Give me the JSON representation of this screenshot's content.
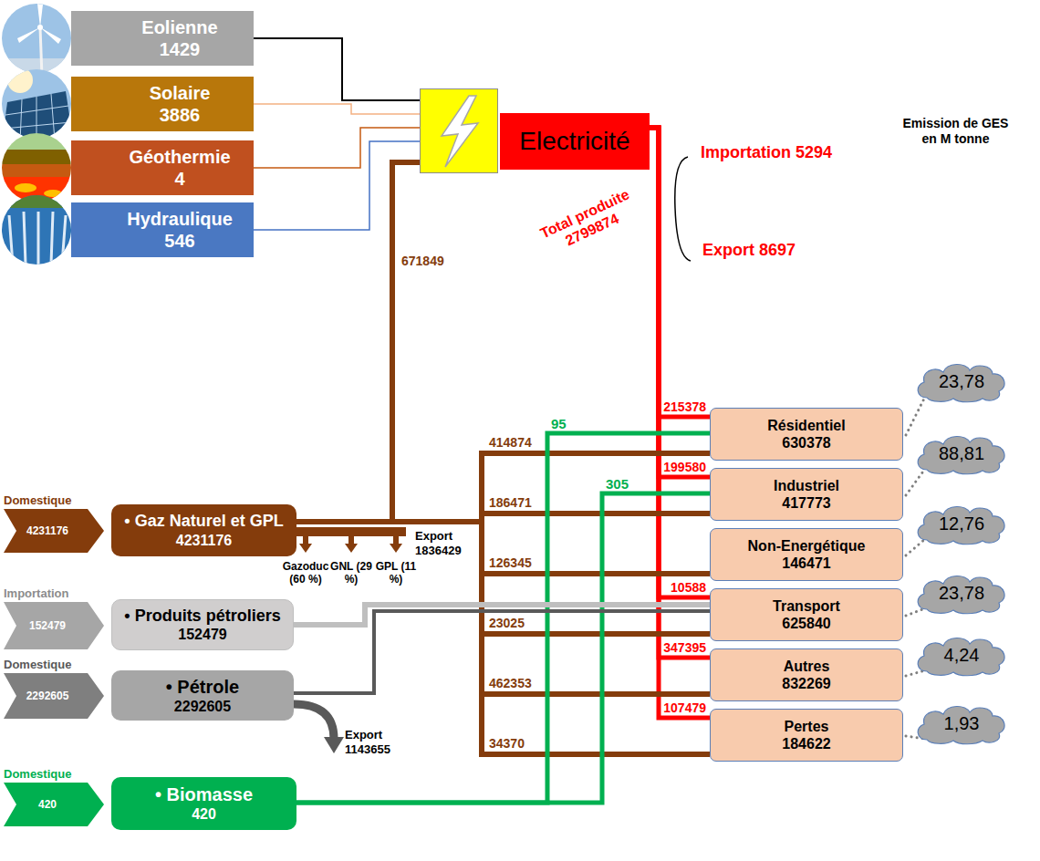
{
  "diagram": {
    "nodes": [
      {
        "text": [
          "Eolienne",
          "1429"
        ]
      },
      {
        "text": [
          "Solaire",
          "3886"
        ]
      },
      {
        "text": [
          "Géothermie",
          "4"
        ]
      },
      {
        "text": [
          "Hydraulique",
          "546"
        ]
      },
      {
        "text": [
          "Electricité"
        ]
      },
      {
        "text": [
          "Résidentiel",
          "630378"
        ]
      },
      {
        "text": [
          "Industriel",
          "417773"
        ]
      },
      {
        "text": [
          "Non-Energétique",
          "146471"
        ]
      },
      {
        "text": [
          "Transport",
          "625840"
        ]
      },
      {
        "text": [
          "Autres",
          "832269"
        ]
      },
      {
        "text": [
          "Pertes",
          "184622"
        ]
      },
      {
        "text": [
          "23,78"
        ]
      },
      {
        "text": [
          "88,81"
        ]
      },
      {
        "text": [
          "12,76"
        ]
      },
      {
        "text": [
          "23,78"
        ]
      },
      {
        "text": [
          "4,24"
        ]
      },
      {
        "text": [
          "1,93"
        ]
      },
      {
        "text": [
          "Domestique",
          "4231176"
        ]
      },
      {
        "text": [
          "• Gaz Naturel et GPL",
          "4231176"
        ]
      },
      {
        "text": [
          "Importation",
          "152479"
        ]
      },
      {
        "text": [
          "• Produits pétroliers",
          "152479"
        ]
      },
      {
        "text": [
          "Domestique",
          "2292605"
        ]
      },
      {
        "text": [
          "• Pétrole",
          "2292605"
        ]
      },
      {
        "text": [
          "Domestique",
          "420"
        ]
      },
      {
        "text": [
          "• Biomasse",
          "420"
        ]
      }
    ],
    "edges": [
      {
        "from": 0,
        "to": 4,
        "arrow": "none"
      },
      {
        "from": 1,
        "to": 4,
        "arrow": "none"
      },
      {
        "from": 2,
        "to": 4,
        "arrow": "none"
      },
      {
        "from": 3,
        "to": 4,
        "arrow": "none"
      },
      {
        "from": 18,
        "to": 4,
        "label": "671849",
        "arrow": "none"
      },
      {
        "from": 4,
        "to": 5,
        "label": "215378",
        "arrow": "none"
      },
      {
        "from": 4,
        "to": 6,
        "label": "199580",
        "arrow": "none"
      },
      {
        "from": 4,
        "to": 8,
        "label": "10588",
        "arrow": "none"
      },
      {
        "from": 4,
        "to": 9,
        "label": "347395",
        "arrow": "none"
      },
      {
        "from": 4,
        "to": 10,
        "label": "107479",
        "arrow": "none"
      },
      {
        "from": 18,
        "to": 5,
        "label": "414874",
        "arrow": "none"
      },
      {
        "from": 18,
        "to": 6,
        "label": "186471",
        "arrow": "none"
      },
      {
        "from": 18,
        "to": 7,
        "label": "126345",
        "arrow": "none"
      },
      {
        "from": 18,
        "to": 8,
        "label": "23025",
        "arrow": "none"
      },
      {
        "from": 18,
        "to": 9,
        "label": "462353",
        "arrow": "none"
      },
      {
        "from": 18,
        "to": 10,
        "label": "34370",
        "arrow": "none"
      },
      {
        "from": 24,
        "to": 5,
        "label": "95",
        "arrow": "none"
      },
      {
        "from": 24,
        "to": 6,
        "label": "305",
        "arrow": "none"
      },
      {
        "from": 20,
        "to": 8,
        "arrow": "none"
      },
      {
        "from": 22,
        "to": 8,
        "arrow": "none"
      },
      {
        "from": 5,
        "to": 11,
        "arrow": "none"
      },
      {
        "from": 6,
        "to": 12,
        "arrow": "none"
      },
      {
        "from": 7,
        "to": 13,
        "arrow": "none"
      },
      {
        "from": 8,
        "to": 14,
        "arrow": "none"
      },
      {
        "from": 9,
        "to": 15,
        "arrow": "none"
      },
      {
        "from": 10,
        "to": 16,
        "arrow": "none"
      }
    ],
    "labels": [
      "Total produite 2799874",
      "Importation 5294",
      "Export 8697",
      "Emission de GES en M tonne",
      "Export 1836429",
      "Gazoduc (60 %)",
      "GNL (29 %)",
      "GPL (11 %)",
      "Export 1143655"
    ]
  }
}
